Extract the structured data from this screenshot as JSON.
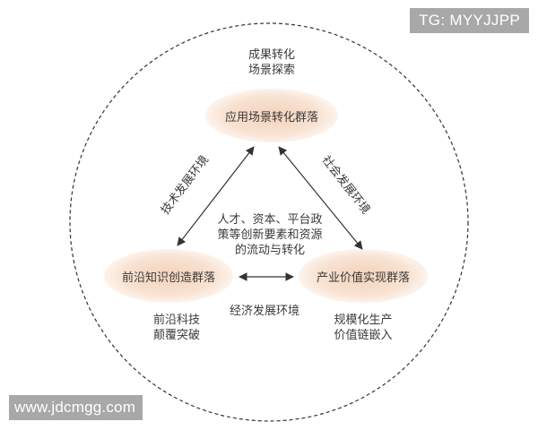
{
  "watermark_top": "TG: MYYJJPP",
  "watermark_bottom": "www.jdcmgg.com",
  "colors": {
    "node_fill": "#f6dcc8",
    "node_fill_outer": "#fdf1e8",
    "line": "#333333"
  },
  "nodes": {
    "top": "应用场景转化群落",
    "left": "前沿知识创造群落",
    "right": "产业价值实现群落"
  },
  "node_captions": {
    "top_line1": "成果转化",
    "top_line2": "场景探索",
    "left_line1": "前沿科技",
    "left_line2": "颠覆突破",
    "right_line1": "规模化生产",
    "right_line2": "价值链嵌入"
  },
  "edges": {
    "left": "技术发展环境",
    "right": "社会发展环境",
    "bottom": "经济发展环境"
  },
  "center": {
    "line1": "人才、资本、平台政",
    "line2": "策等创新要素和资源",
    "line3": "的流动与转化"
  }
}
